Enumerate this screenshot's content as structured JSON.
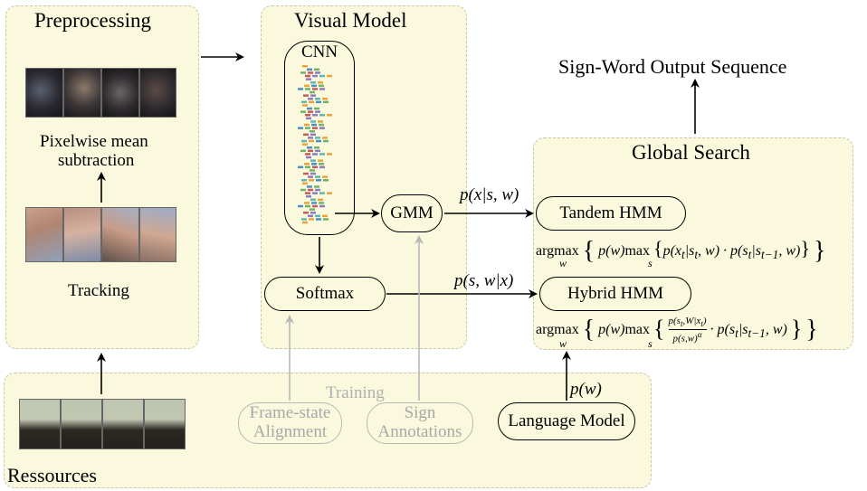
{
  "preprocessing": {
    "title": "Preprocessing",
    "step_mean_line1": "Pixelwise mean",
    "step_mean_line2": "subtraction",
    "step_tracking": "Tracking"
  },
  "visual_model": {
    "title": "Visual Model",
    "cnn_label": "CNN",
    "gmm_label": "GMM",
    "softmax_label": "Softmax"
  },
  "global_search": {
    "title": "Global Search",
    "tandem_label": "Tandem HMM",
    "hybrid_label": "Hybrid HMM",
    "tandem_formula": "argmax { p(w) max { p(x_t|s_t, w) · p(s_t|s_{t−1}, w) } }",
    "hybrid_formula": "argmax { p(w) max { p(s_t,W|x_t) / p(s,w)^α · p(s_t|s_{t−1}, w) } }"
  },
  "output": {
    "label": "Sign-Word Output Sequence"
  },
  "edges": {
    "gmm_to_tandem": "p(x|s, w)",
    "softmax_to_hybrid": "p(s, w|x)",
    "lm_to_search": "p(w)"
  },
  "resources": {
    "title": "Ressources",
    "training_label": "Training",
    "frame_state_line1": "Frame-state",
    "frame_state_line2": "Alignment",
    "sign_ann_line1": "Sign",
    "sign_ann_line2": "Annotations",
    "language_model": "Language Model"
  },
  "colors": {
    "panel_fill": "#fbf9dd",
    "panel_border": "#c9c7a8",
    "inactive": "#b0b0b0"
  }
}
